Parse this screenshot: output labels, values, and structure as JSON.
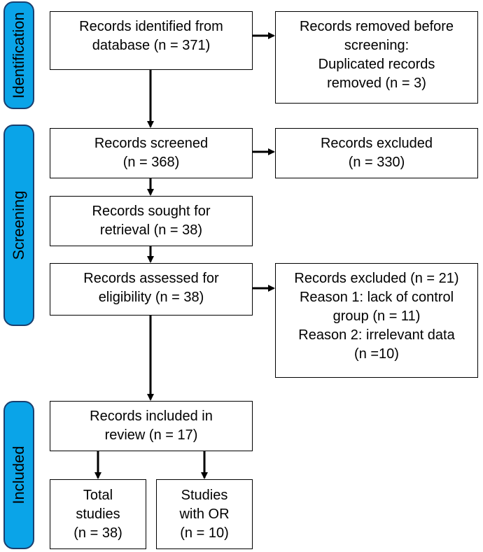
{
  "stages": {
    "identification": "Identification",
    "screening": "Screening",
    "included": "Included"
  },
  "boxes": {
    "identified": [
      "Records identified from",
      "database (n = 371)"
    ],
    "removed": [
      "Records removed before",
      "screening:",
      "Duplicated records",
      "removed (n = 3)"
    ],
    "screened": [
      "Records screened",
      "(n = 368)"
    ],
    "excluded1": [
      "Records excluded",
      "(n = 330)"
    ],
    "sought": [
      "Records sought for",
      "retrieval (n = 38)"
    ],
    "assessed": [
      "Records assessed for",
      "eligibility (n = 38)"
    ],
    "excluded2": [
      "Records excluded (n = 21)",
      "Reason 1: lack of control",
      "group (n = 11)",
      "Reason 2: irrelevant  data",
      "(n =10)"
    ],
    "included": [
      "Records included in",
      "review (n = 17)"
    ],
    "total": [
      "Total",
      "studies",
      "(n = 38)"
    ],
    "or_studies": [
      "Studies",
      "with OR",
      "(n = 10)"
    ]
  },
  "colors": {
    "stage_fill": "#0aa4e8",
    "stage_border": "#1a3f6e",
    "line": "#000000"
  }
}
